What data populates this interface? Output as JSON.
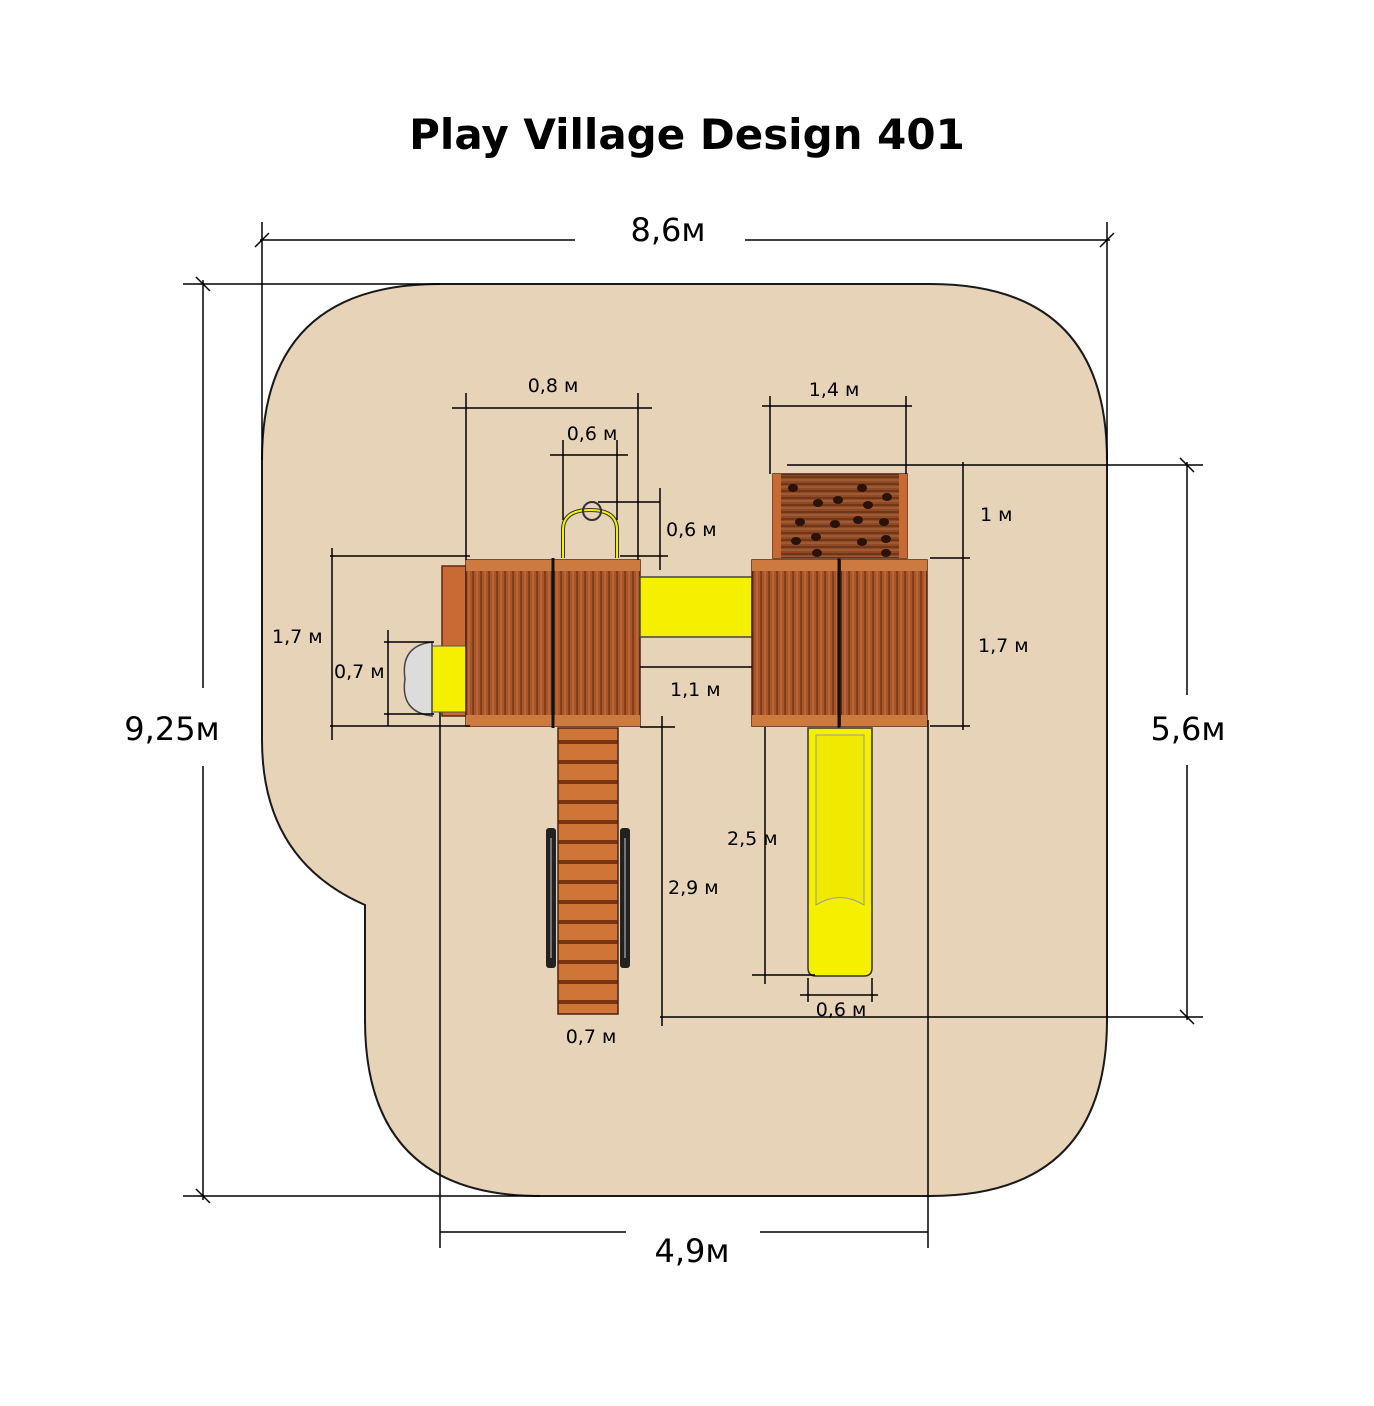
{
  "title": "Play Village Design 401",
  "colors": {
    "ground": "#E7D3B8",
    "wood_dark": "#9B4A1E",
    "wood_light": "#C8693A",
    "slide_yellow": "#F5F000",
    "dimension_line": "#000000"
  },
  "dimensions": {
    "overall_width": "8,6м",
    "overall_depth": "9,25м",
    "structure_width": "4,9м",
    "structure_depth": "5,6м",
    "left_tower_top": "0,8 м",
    "swing_ring_width": "0,6 м",
    "swing_ring_height": "0,6 м",
    "left_tower_height": "1,7 м",
    "telescope_depth": "0,7 м",
    "bridge_gap": "1,1 м",
    "climbing_wall_width": "1,4 м",
    "climbing_wall_depth": "1 м",
    "right_tower_height": "1,7 м",
    "ladder_length": "2,9 м",
    "ladder_width": "0,7 м",
    "slide_length": "2,5 м",
    "slide_width": "0,6 м"
  }
}
